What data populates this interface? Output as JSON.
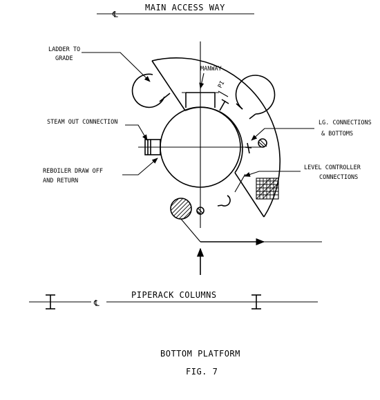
{
  "labels": {
    "main_access_way": "MAIN ACCESS WAY",
    "ladder_to_grade_line1": "LADDER TO",
    "ladder_to_grade_line2": "GRADE",
    "manway": "MANWAY",
    "pi": "PI",
    "steam_out": "STEAM OUT CONNECTION",
    "lg_connections_line1": "LG. CONNECTIONS",
    "lg_connections_line2": "& BOTTOMS",
    "reboiler_line1": "REBOILER DRAW OFF",
    "reboiler_line2": "AND RETURN",
    "level_controller_line1": "LEVEL CONTROLLER",
    "level_controller_line2": "CONNECTIONS",
    "piperack_columns": "PIPERACK COLUMNS",
    "bottom_platform": "BOTTOM PLATFORM",
    "fig": "FIG. 7"
  }
}
